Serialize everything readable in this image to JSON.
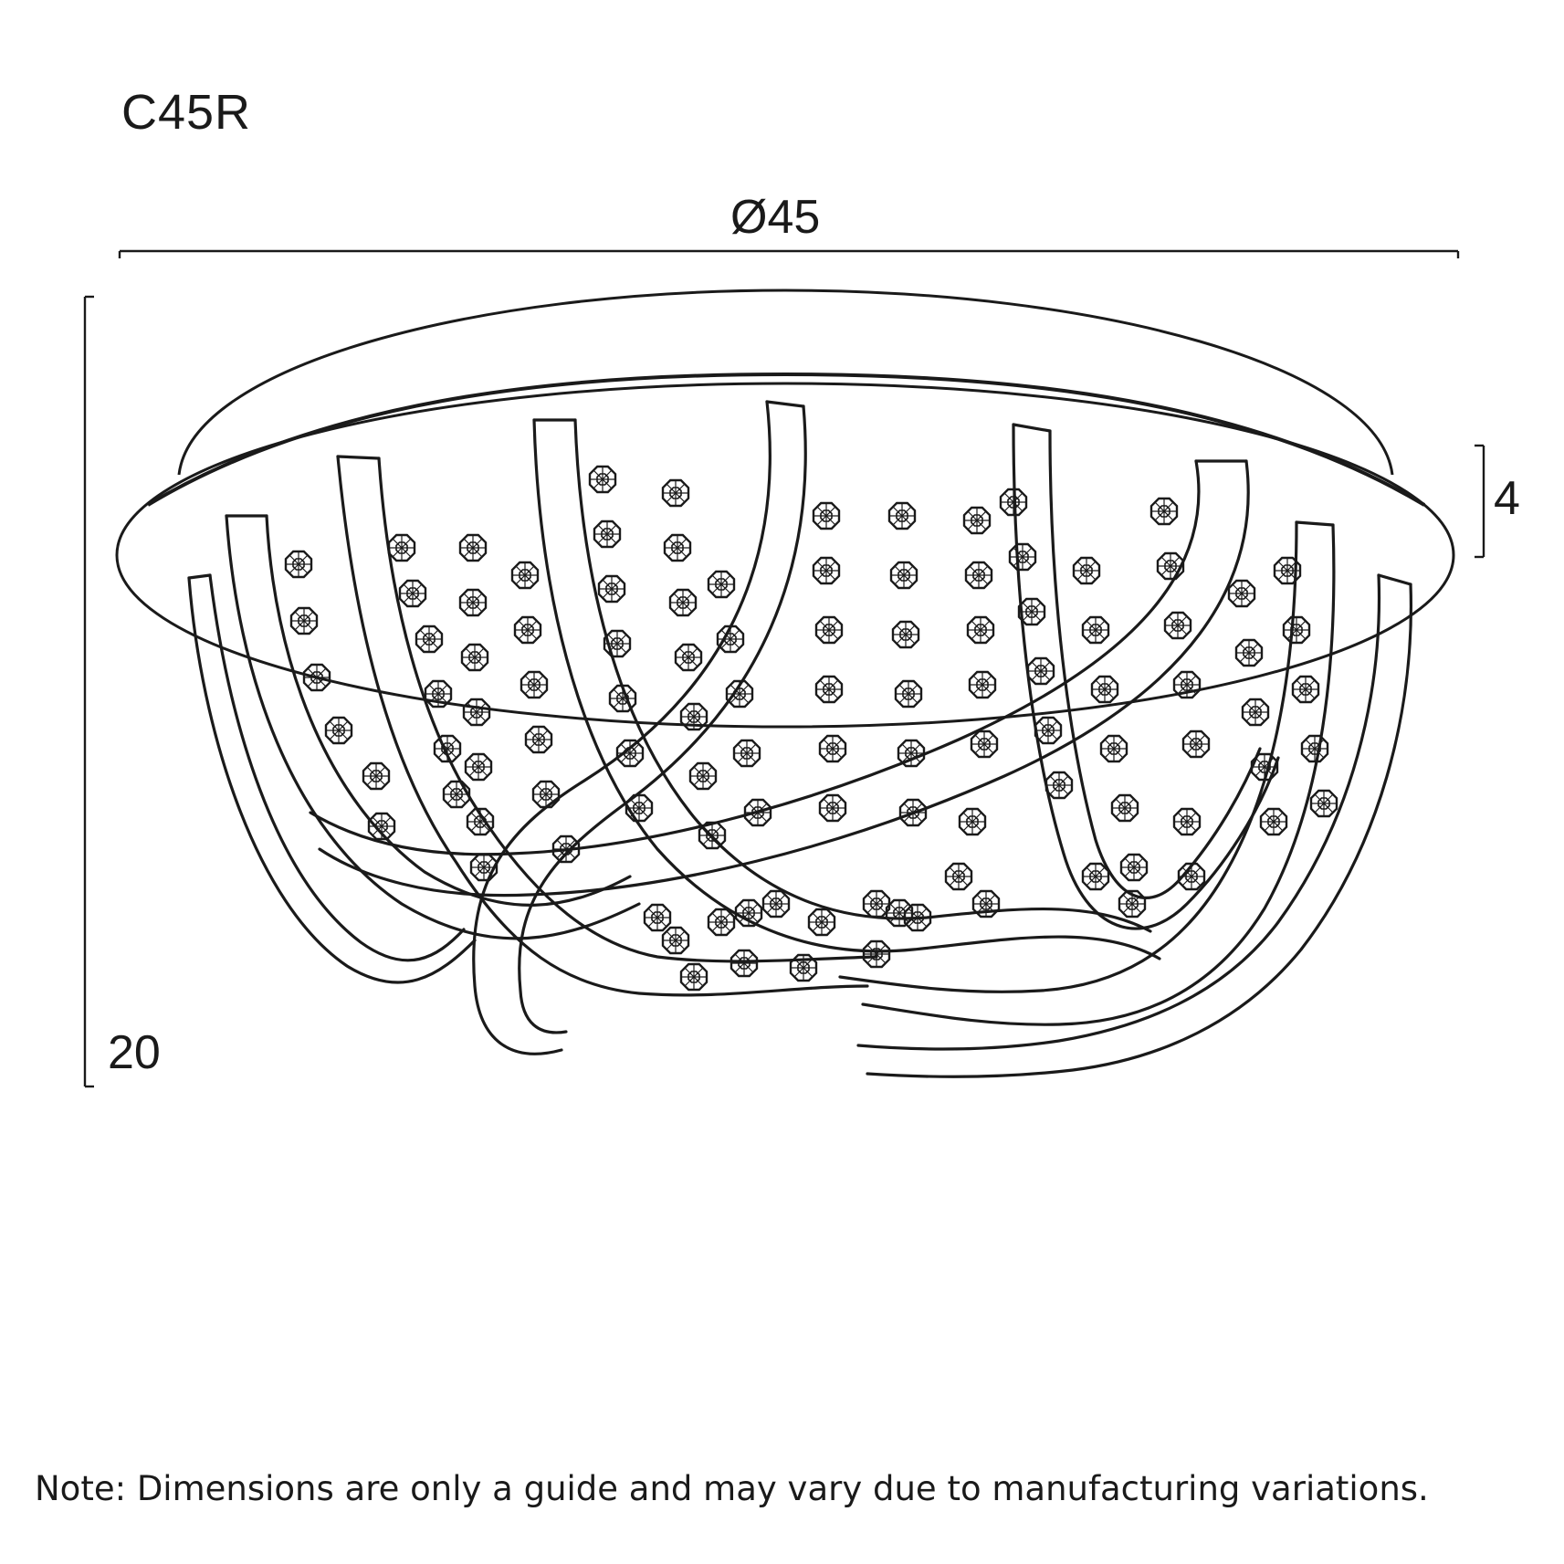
{
  "product": {
    "model_code": "C45R"
  },
  "dimensions": {
    "diameter_label": "Ø45",
    "height_label": "20",
    "canopy_label": "4"
  },
  "footer": {
    "note": "Note: Dimensions are only a guide and may vary due to manufacturing variations."
  },
  "colors": {
    "line": "#1a1a1a",
    "background": "#ffffff"
  }
}
